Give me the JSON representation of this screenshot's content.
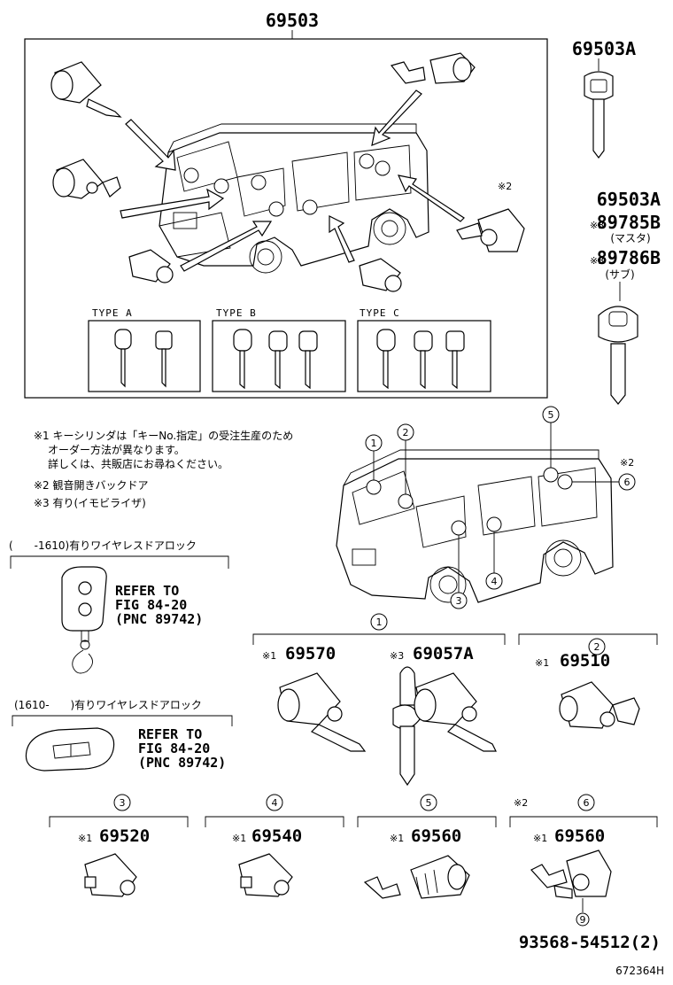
{
  "main": {
    "part_number": "69503",
    "type_labels": [
      "TYPE A",
      "TYPE B",
      "TYPE C"
    ]
  },
  "right": {
    "key_top_part": "69503A",
    "key2_part": "69503A",
    "key2_alt1_mark": "※3",
    "key2_alt1_part": "89785B",
    "key2_alt1_note": "(マスタ)",
    "key2_alt2_mark": "※3",
    "key2_alt2_part": "89786B",
    "key2_alt2_note": "(サブ)",
    "back_door_mark": "※2"
  },
  "notes": {
    "note1_line1": "※1 キーシリンダは「キーNo.指定」の受注生産のため",
    "note1_line2": "オーダー方法が異なります。",
    "note1_line3": "詳しくは、共販店にお尋ねください。",
    "note2": "※2 観音開きバックドア",
    "note3": "※3 有り(イモビライザ)"
  },
  "wireless1": {
    "header": "(　　-1610)有りワイヤレスドアロック",
    "ref_line1": "REFER TO",
    "ref_line2": "FIG 84-20",
    "ref_line3": "(PNC 89742)"
  },
  "wireless2": {
    "header": "(1610-　　)有りワイヤレスドアロック",
    "ref_line1": "REFER TO",
    "ref_line2": "FIG 84-20",
    "ref_line3": "(PNC 89742)"
  },
  "van_callouts": [
    "1",
    "2",
    "3",
    "4",
    "5",
    "6"
  ],
  "van_mark": "※2",
  "groups": {
    "g1": {
      "num": "1",
      "part_a_mark": "※1",
      "part_a": "69570",
      "part_b_mark": "※3",
      "part_b": "69057A"
    },
    "g2": {
      "num": "2",
      "part_mark": "※1",
      "part": "69510"
    },
    "g3": {
      "num": "3",
      "part_mark": "※1",
      "part": "69520"
    },
    "g4": {
      "num": "4",
      "part_mark": "※1",
      "part": "69540"
    },
    "g5": {
      "num": "5",
      "part_mark": "※1",
      "part": "69560"
    },
    "g6": {
      "num": "6",
      "pre_mark": "※2",
      "part_mark": "※1",
      "part": "69560",
      "screw_num": "9"
    }
  },
  "screw_part": "93568-54512(2)",
  "drawing_number": "672364H"
}
